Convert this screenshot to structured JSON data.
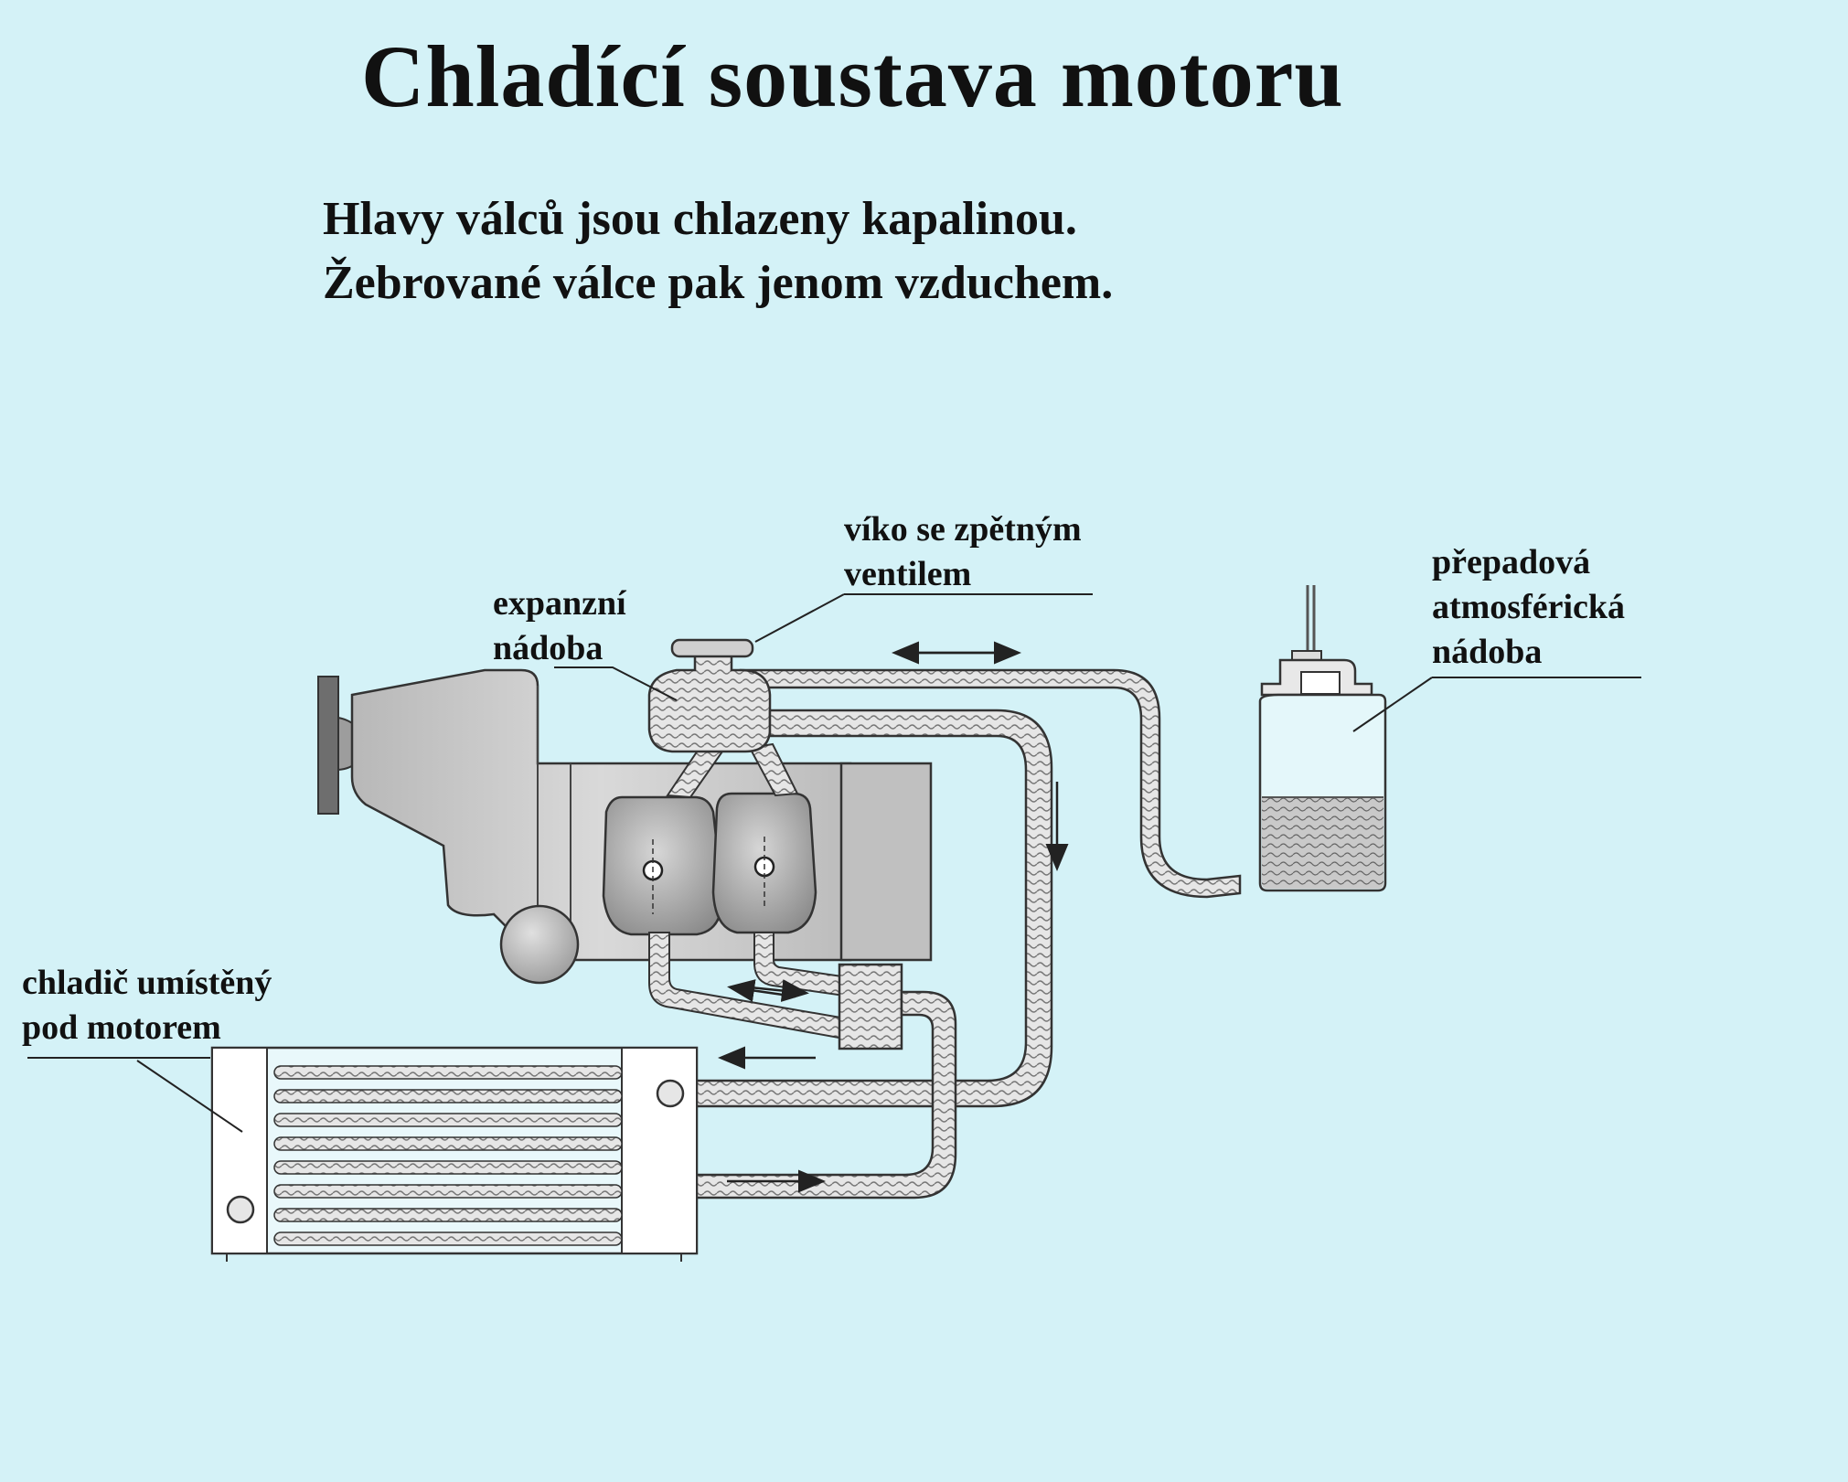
{
  "title": "Chladící soustava motoru",
  "subtitle": {
    "line1": "Hlavy válců jsou chlazeny kapalinou.",
    "line2": "Žebrované válce pak jenom vzduchem."
  },
  "labels": {
    "cap": {
      "line1": "víko se zpětným",
      "line2": "ventilem"
    },
    "expansion_tank": {
      "line1": "expanzní",
      "line2": "nádoba"
    },
    "overflow_tank": {
      "line1": "přepadová",
      "line2": "atmosférická",
      "line3": "nádoba"
    },
    "radiator": {
      "line1": "chladič umístěný",
      "line2": "pod motorem"
    }
  },
  "colors": {
    "background": "#d4f2f7",
    "engine_fill": "#cfcfcf",
    "cylinder_fill": "#9a9a9a",
    "pipe_fill": "#e6e6e6",
    "coolant_fill": "#bdbdbd",
    "line": "#222222"
  }
}
